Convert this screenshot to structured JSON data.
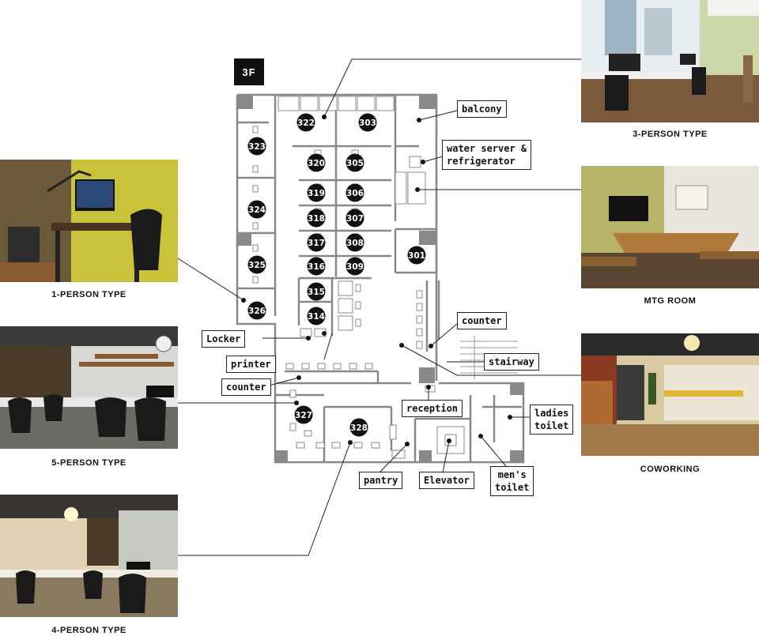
{
  "floor": "3F",
  "photos": {
    "three_person": "3-PERSON TYPE",
    "one_person": "1-PERSON TYPE",
    "mtg_room": "MTG ROOM",
    "five_person": "5-PERSON TYPE",
    "coworking": "COWORKING",
    "four_person": "4-PERSON TYPE"
  },
  "labels": {
    "balcony": "balcony",
    "water_server": "water server &\nrefrigerator",
    "counter_right": "counter",
    "stairway": "stairway",
    "locker": "Locker",
    "printer": "printer",
    "counter_left": "counter",
    "reception": "reception",
    "ladies_toilet": "ladies\ntoilet",
    "pantry": "pantry",
    "elevator": "Elevator",
    "mens_toilet": "men's\ntoilet"
  },
  "rooms": [
    "322",
    "303",
    "323",
    "320",
    "305",
    "319",
    "306",
    "324",
    "318",
    "307",
    "317",
    "308",
    "301",
    "325",
    "316",
    "309",
    "315",
    "326",
    "314",
    "327",
    "328"
  ],
  "colors": {
    "black": "#111111",
    "wall": "#777777",
    "pillar": "#8a8a8a"
  }
}
